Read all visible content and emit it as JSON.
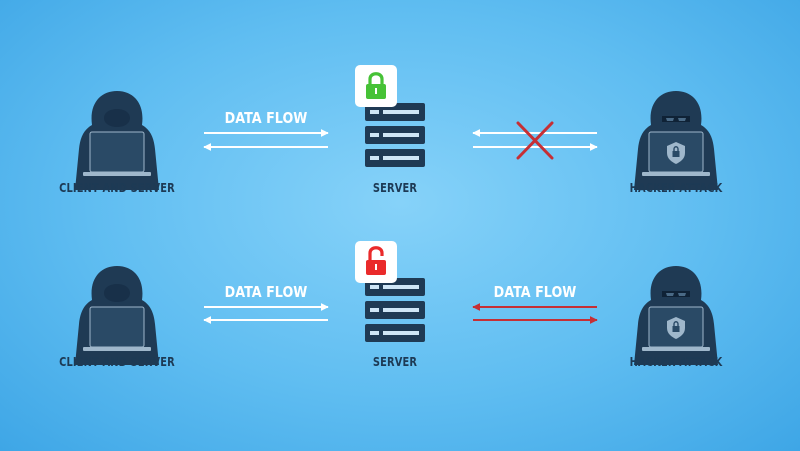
{
  "rows": [
    {
      "client_label": "CLIENT AND SERVER",
      "server_label": "SERVER",
      "hacker_label": "HACKER ATTACK",
      "left_flow_label": "DATA FLOW",
      "right_flow_label": "",
      "lock_state": "locked",
      "attack_blocked": true
    },
    {
      "client_label": "CLIENT AND SERVER",
      "server_label": "SERVER",
      "hacker_label": "HACKER ATTACK",
      "left_flow_label": "DATA FLOW",
      "right_flow_label": "DATA FLOW",
      "lock_state": "unlocked",
      "attack_blocked": false
    }
  ],
  "colors": {
    "background": "#5fbdf1",
    "figure": "#1f3a54",
    "arrow_safe": "#ffffff",
    "arrow_attack": "#c62f35",
    "blocked_cross": "#c62f35",
    "lock_locked": "#46c236",
    "lock_unlocked": "#ea2a2a"
  },
  "icons": [
    "hooded-user-icon",
    "laptop-icon",
    "server-rack-icon",
    "padlock-locked-icon",
    "padlock-unlocked-icon",
    "hacker-mask-icon",
    "shield-lock-icon",
    "blocked-x-icon"
  ]
}
